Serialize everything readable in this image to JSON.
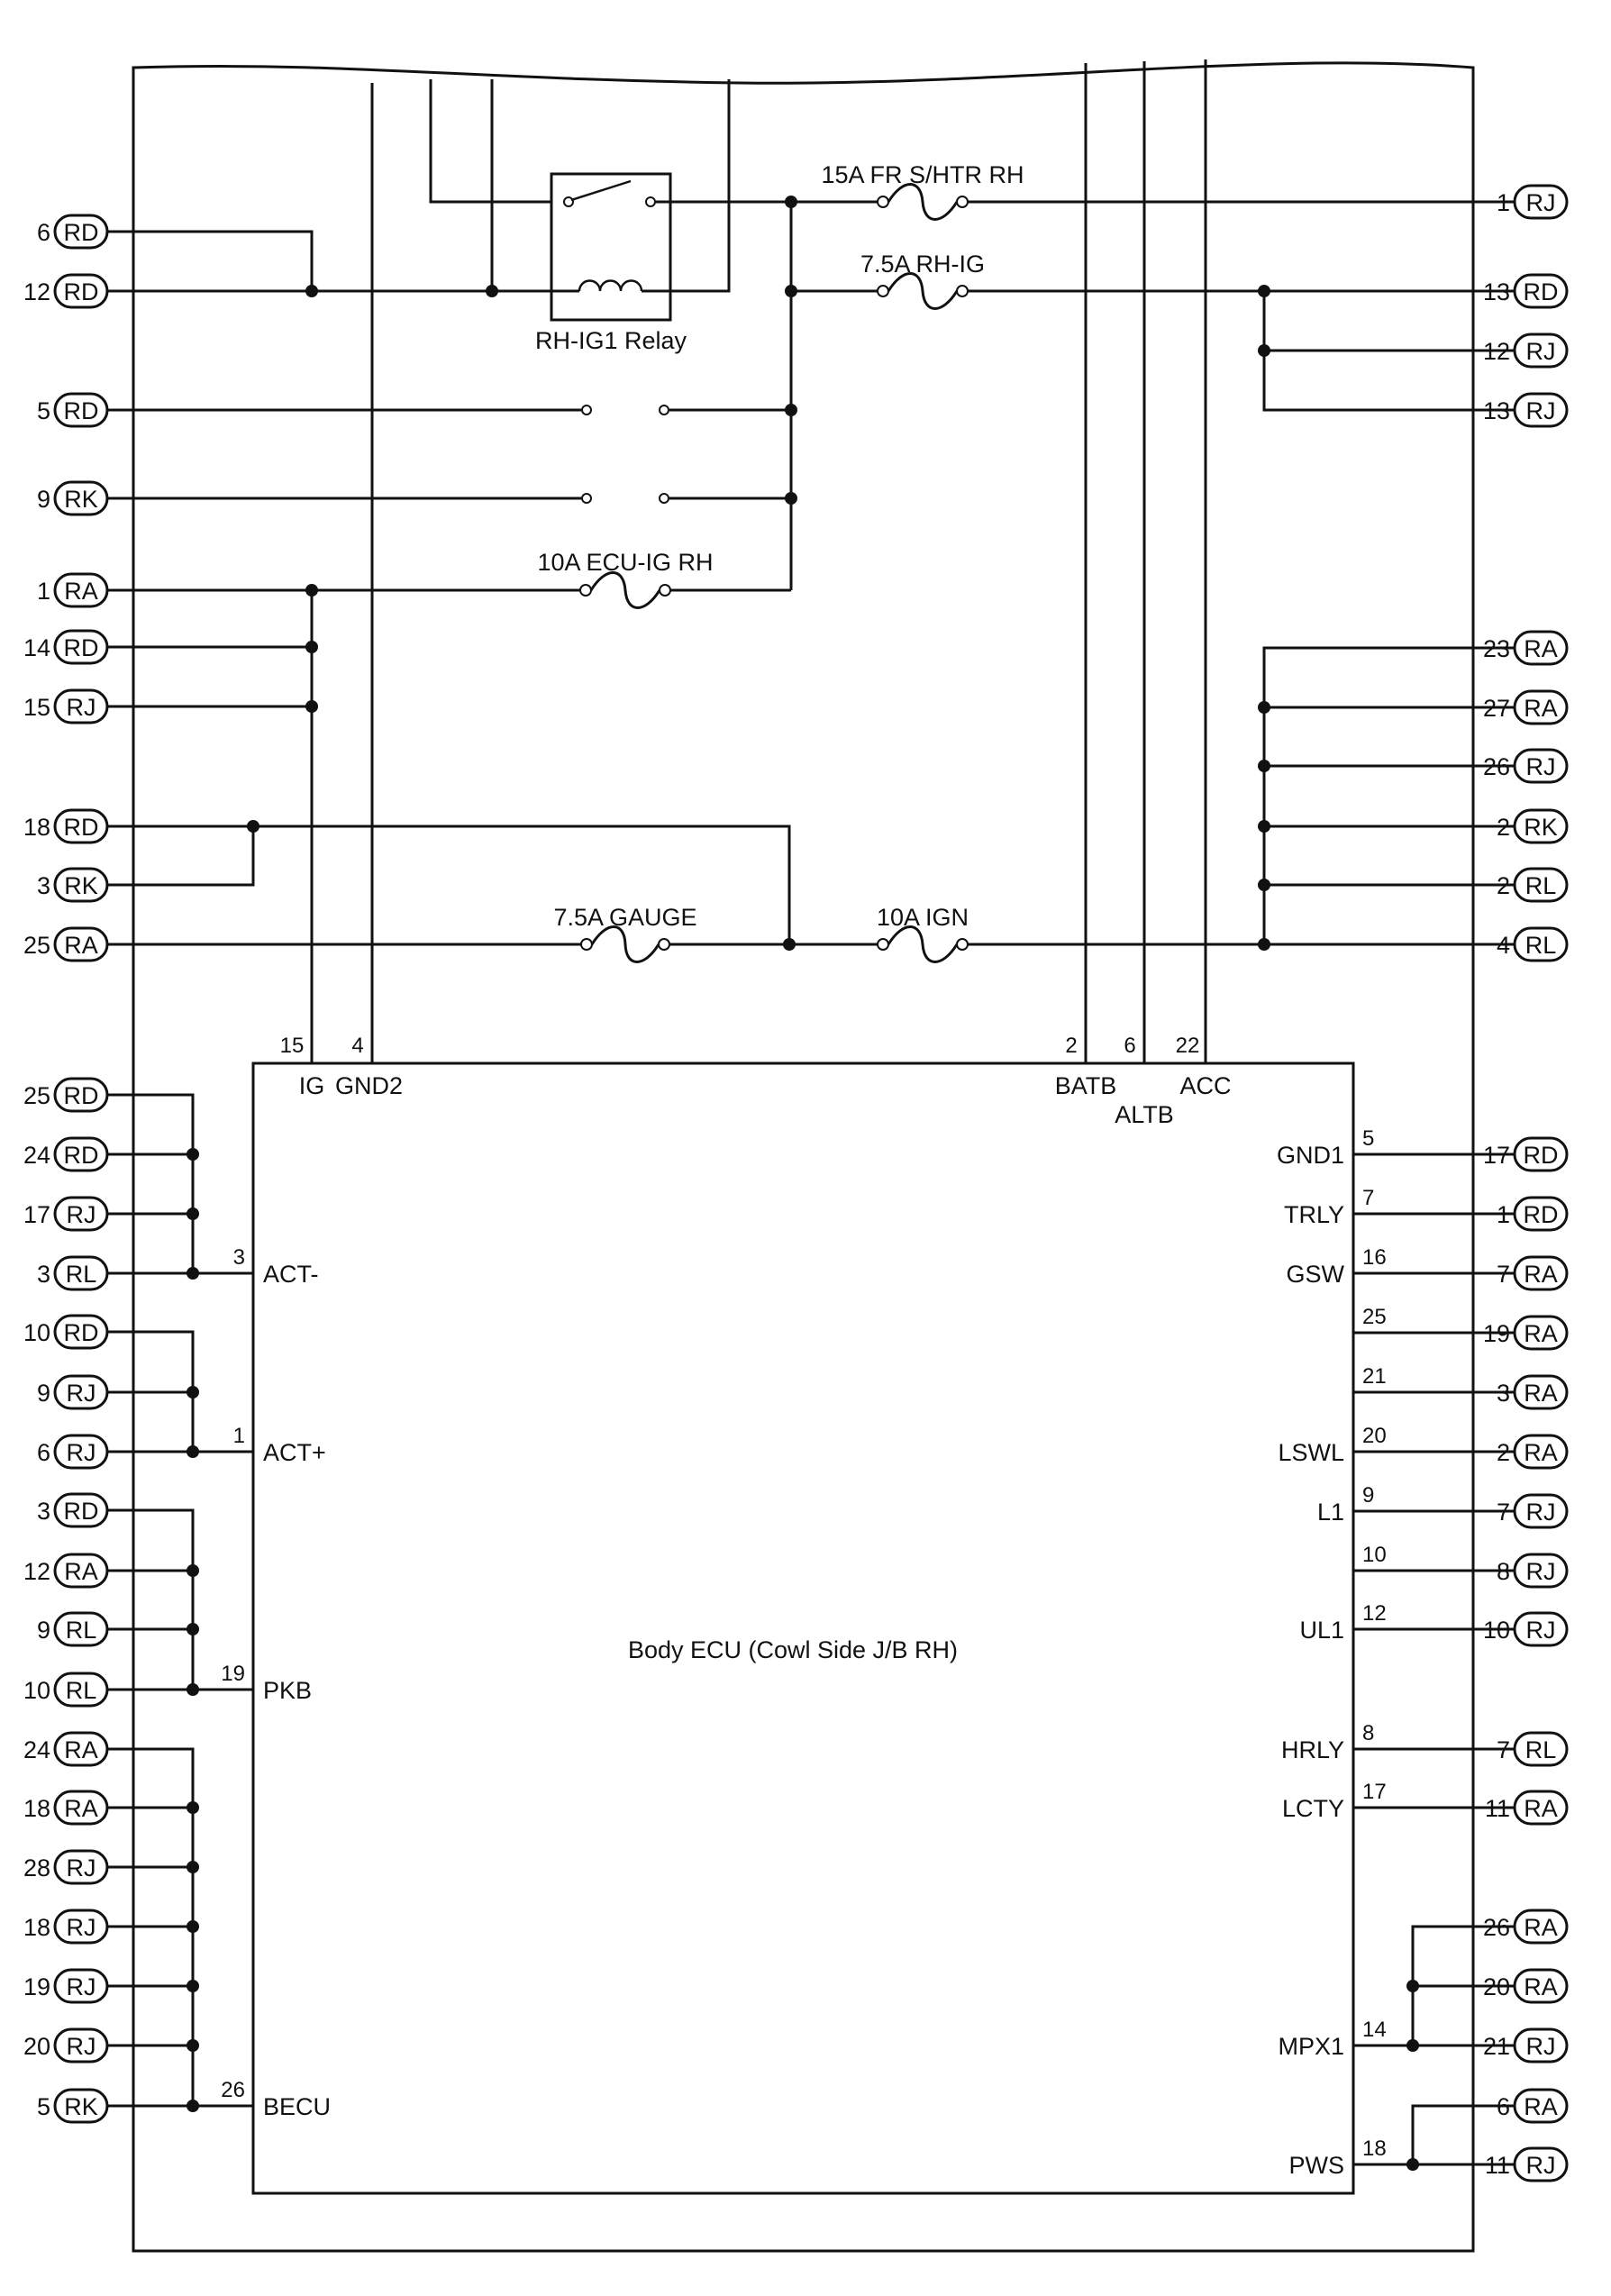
{
  "relay_label": "RH-IG1 Relay",
  "ecu_label": "Body ECU (Cowl Side J/B RH)",
  "fuses": {
    "fr_shtr": "15A FR S/HTR RH",
    "rh_ig": "7.5A RH-IG",
    "ecu_ig": "10A ECU-IG RH",
    "gauge": "7.5A GAUGE",
    "ign": "10A IGN"
  },
  "connectors_left": [
    {
      "pin": "6",
      "conn": "RD"
    },
    {
      "pin": "12",
      "conn": "RD"
    },
    {
      "pin": "5",
      "conn": "RD"
    },
    {
      "pin": "9",
      "conn": "RK"
    },
    {
      "pin": "1",
      "conn": "RA"
    },
    {
      "pin": "14",
      "conn": "RD"
    },
    {
      "pin": "15",
      "conn": "RJ"
    },
    {
      "pin": "18",
      "conn": "RD"
    },
    {
      "pin": "3",
      "conn": "RK"
    },
    {
      "pin": "25",
      "conn": "RA"
    },
    {
      "pin": "25",
      "conn": "RD"
    },
    {
      "pin": "24",
      "conn": "RD"
    },
    {
      "pin": "17",
      "conn": "RJ"
    },
    {
      "pin": "3",
      "conn": "RL"
    },
    {
      "pin": "10",
      "conn": "RD"
    },
    {
      "pin": "9",
      "conn": "RJ"
    },
    {
      "pin": "6",
      "conn": "RJ"
    },
    {
      "pin": "3",
      "conn": "RD"
    },
    {
      "pin": "12",
      "conn": "RA"
    },
    {
      "pin": "9",
      "conn": "RL"
    },
    {
      "pin": "10",
      "conn": "RL"
    },
    {
      "pin": "24",
      "conn": "RA"
    },
    {
      "pin": "18",
      "conn": "RA"
    },
    {
      "pin": "28",
      "conn": "RJ"
    },
    {
      "pin": "18",
      "conn": "RJ"
    },
    {
      "pin": "19",
      "conn": "RJ"
    },
    {
      "pin": "20",
      "conn": "RJ"
    },
    {
      "pin": "5",
      "conn": "RK"
    }
  ],
  "connectors_right": [
    {
      "pin": "1",
      "conn": "RJ"
    },
    {
      "pin": "13",
      "conn": "RD"
    },
    {
      "pin": "12",
      "conn": "RJ"
    },
    {
      "pin": "13",
      "conn": "RJ"
    },
    {
      "pin": "23",
      "conn": "RA"
    },
    {
      "pin": "27",
      "conn": "RA"
    },
    {
      "pin": "26",
      "conn": "RJ"
    },
    {
      "pin": "2",
      "conn": "RK"
    },
    {
      "pin": "2",
      "conn": "RL"
    },
    {
      "pin": "4",
      "conn": "RL"
    },
    {
      "pin": "17",
      "conn": "RD"
    },
    {
      "pin": "1",
      "conn": "RD"
    },
    {
      "pin": "7",
      "conn": "RA"
    },
    {
      "pin": "19",
      "conn": "RA"
    },
    {
      "pin": "3",
      "conn": "RA"
    },
    {
      "pin": "2",
      "conn": "RA"
    },
    {
      "pin": "7",
      "conn": "RJ"
    },
    {
      "pin": "8",
      "conn": "RJ"
    },
    {
      "pin": "10",
      "conn": "RJ"
    },
    {
      "pin": "7",
      "conn": "RL"
    },
    {
      "pin": "11",
      "conn": "RA"
    },
    {
      "pin": "26",
      "conn": "RA"
    },
    {
      "pin": "20",
      "conn": "RA"
    },
    {
      "pin": "21",
      "conn": "RJ"
    },
    {
      "pin": "6",
      "conn": "RA"
    },
    {
      "pin": "11",
      "conn": "RJ"
    }
  ],
  "ecu_top_pins": [
    {
      "num": "15",
      "name": "IG"
    },
    {
      "num": "4",
      "name": "GND2"
    },
    {
      "num": "2",
      "name": "BATB"
    },
    {
      "num": "6",
      "name": "ALTB"
    },
    {
      "num": "22",
      "name": "ACC"
    }
  ],
  "ecu_left_pins": [
    {
      "num": "3",
      "name": "ACT-"
    },
    {
      "num": "1",
      "name": "ACT+"
    },
    {
      "num": "19",
      "name": "PKB"
    },
    {
      "num": "26",
      "name": "BECU"
    }
  ],
  "ecu_right_pins": [
    {
      "num": "5",
      "name": "GND1"
    },
    {
      "num": "7",
      "name": "TRLY"
    },
    {
      "num": "16",
      "name": "GSW"
    },
    {
      "num": "25",
      "name": ""
    },
    {
      "num": "21",
      "name": ""
    },
    {
      "num": "20",
      "name": "LSWL"
    },
    {
      "num": "9",
      "name": "L1"
    },
    {
      "num": "10",
      "name": ""
    },
    {
      "num": "12",
      "name": "UL1"
    },
    {
      "num": "8",
      "name": "HRLY"
    },
    {
      "num": "17",
      "name": "LCTY"
    },
    {
      "num": "14",
      "name": "MPX1"
    },
    {
      "num": "18",
      "name": "PWS"
    }
  ]
}
